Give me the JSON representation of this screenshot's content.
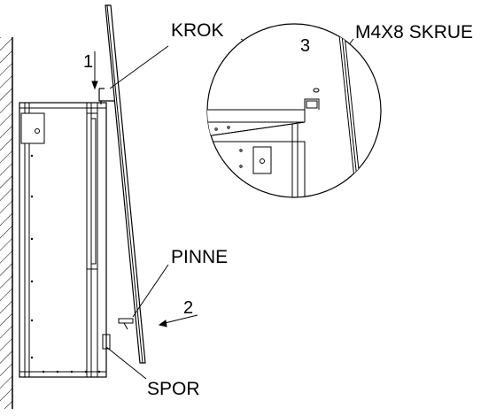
{
  "labels": {
    "hook": "KROK",
    "screw": "M4X8 SKRUE",
    "pin": "PINNE",
    "slot": "SPOR"
  },
  "steps": {
    "step1": "1",
    "step2": "2",
    "step3": "3"
  }
}
